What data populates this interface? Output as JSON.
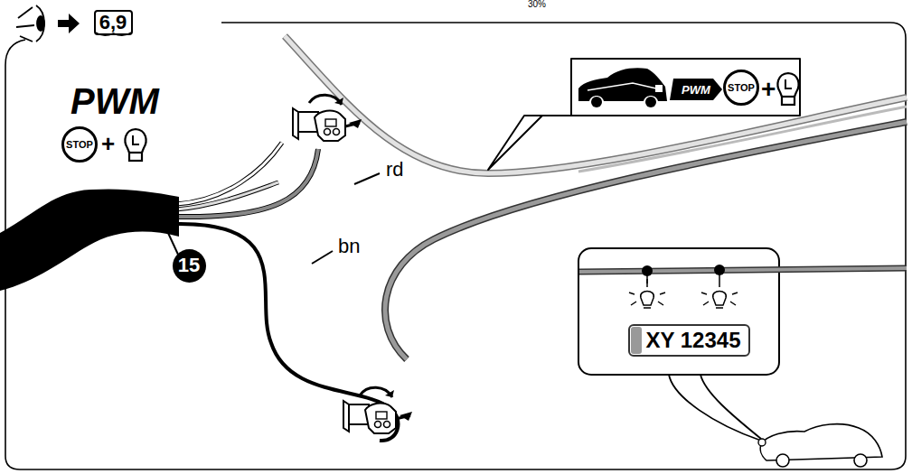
{
  "diagram": {
    "nodes": [
      {
        "text": [
          "6,9"
        ]
      },
      {
        "text": [
          "STOP"
        ]
      },
      {
        "text": [
          "PWM"
        ]
      },
      {
        "text": [
          "STOP"
        ]
      },
      {
        "text": [
          "15"
        ]
      },
      {
        "text": [
          "XY 12345"
        ]
      }
    ],
    "labels": [
      "30%",
      "PWM",
      "rd",
      "bn"
    ]
  }
}
